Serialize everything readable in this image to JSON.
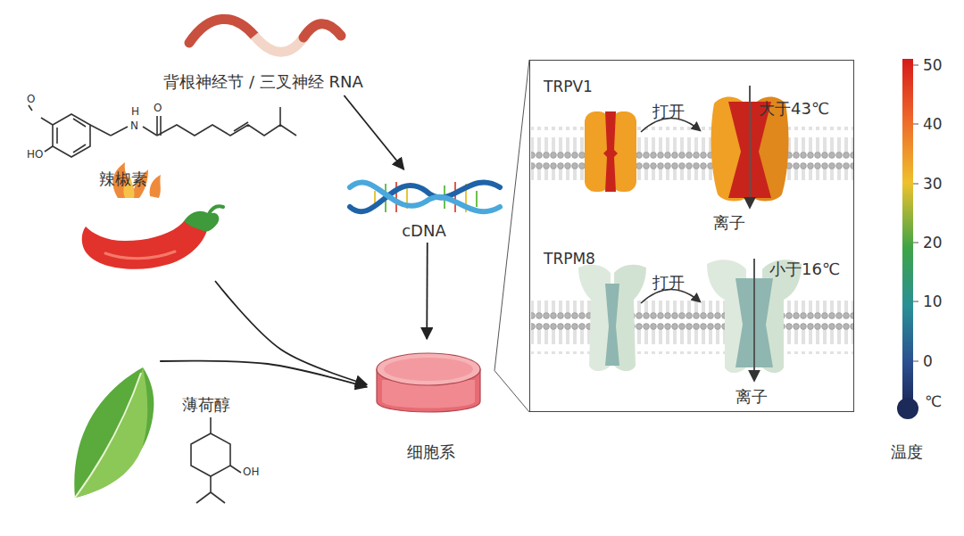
{
  "diagram": {
    "nodes": [
      {
        "text": [
          "背根神经节 / 三叉神经 RNA"
        ]
      },
      {
        "text": [
          "辣椒素"
        ]
      },
      {
        "text": [
          "cDNA"
        ]
      },
      {
        "text": [
          "薄荷醇"
        ]
      },
      {
        "text": [
          "细胞系"
        ]
      },
      {
        "text": [
          "TRPV1",
          "打开",
          "大于43℃",
          "离子",
          "TRPM8",
          "打开",
          "小于16℃",
          "离子"
        ]
      }
    ],
    "edges": [
      {
        "from": 0,
        "to": 2,
        "arrow": "to"
      },
      {
        "from": 1,
        "to": 4,
        "arrow": "to"
      },
      {
        "from": 3,
        "to": 4,
        "arrow": "to"
      },
      {
        "from": 2,
        "to": 4,
        "arrow": "to"
      },
      {
        "from": 4,
        "to": 5,
        "arrow": "none"
      }
    ],
    "labels": [
      "O",
      "HO",
      "H",
      "N",
      "O",
      "OH",
      "50",
      "40",
      "30",
      "20",
      "10",
      "0",
      "℃",
      "温度"
    ]
  }
}
